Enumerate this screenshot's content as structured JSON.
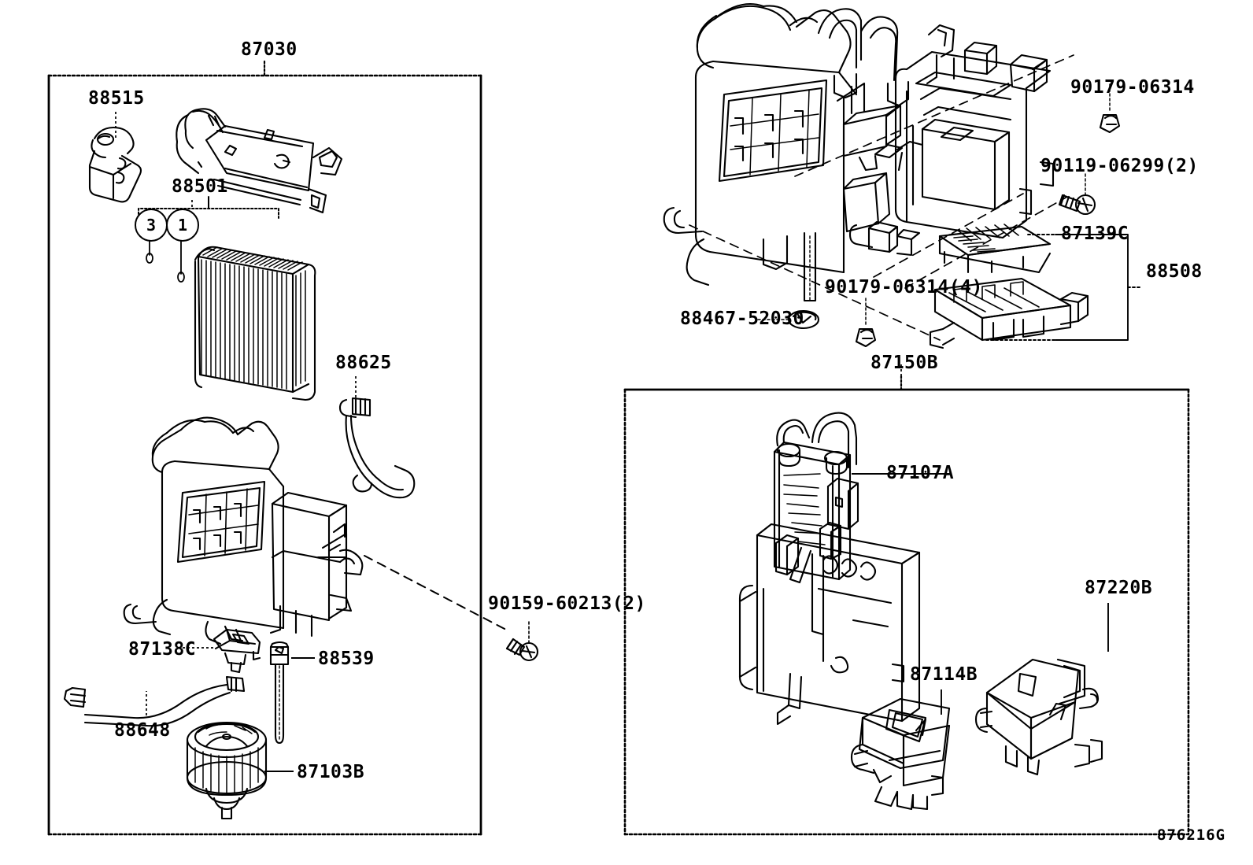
{
  "diagram": {
    "sheet_code": "876216G",
    "title_group": "87030"
  },
  "groups": [
    {
      "id": "left-group",
      "label": "87030"
    },
    {
      "id": "right-group",
      "label": "87150B"
    }
  ],
  "callouts": [
    {
      "id": "c-88515",
      "label": "88515"
    },
    {
      "id": "c-88501",
      "label": "88501"
    },
    {
      "id": "c-88625",
      "label": "88625"
    },
    {
      "id": "c-87138C",
      "label": "87138C"
    },
    {
      "id": "c-88539",
      "label": "88539"
    },
    {
      "id": "c-88648",
      "label": "88648"
    },
    {
      "id": "c-87103B",
      "label": "87103B"
    },
    {
      "id": "c-90159-60213",
      "label": "90159-60213(2)"
    },
    {
      "id": "c-90179-06314",
      "label": "90179-06314"
    },
    {
      "id": "c-90119-06299",
      "label": "90119-06299(2)"
    },
    {
      "id": "c-87139C",
      "label": "87139C"
    },
    {
      "id": "c-88508",
      "label": "88508"
    },
    {
      "id": "c-90179-06314-4",
      "label": "90179-06314(4)"
    },
    {
      "id": "c-88467-52030",
      "label": "88467-52030"
    },
    {
      "id": "c-87150B",
      "label": "87150B"
    },
    {
      "id": "c-87107A",
      "label": "87107A"
    },
    {
      "id": "c-87220B",
      "label": "87220B"
    },
    {
      "id": "c-87114B",
      "label": "87114B"
    }
  ],
  "index_bubbles": [
    {
      "id": "bubble-3",
      "label": "3"
    },
    {
      "id": "bubble-1",
      "label": "1"
    }
  ],
  "colors": {
    "ink": "#000000",
    "paper": "#ffffff"
  }
}
